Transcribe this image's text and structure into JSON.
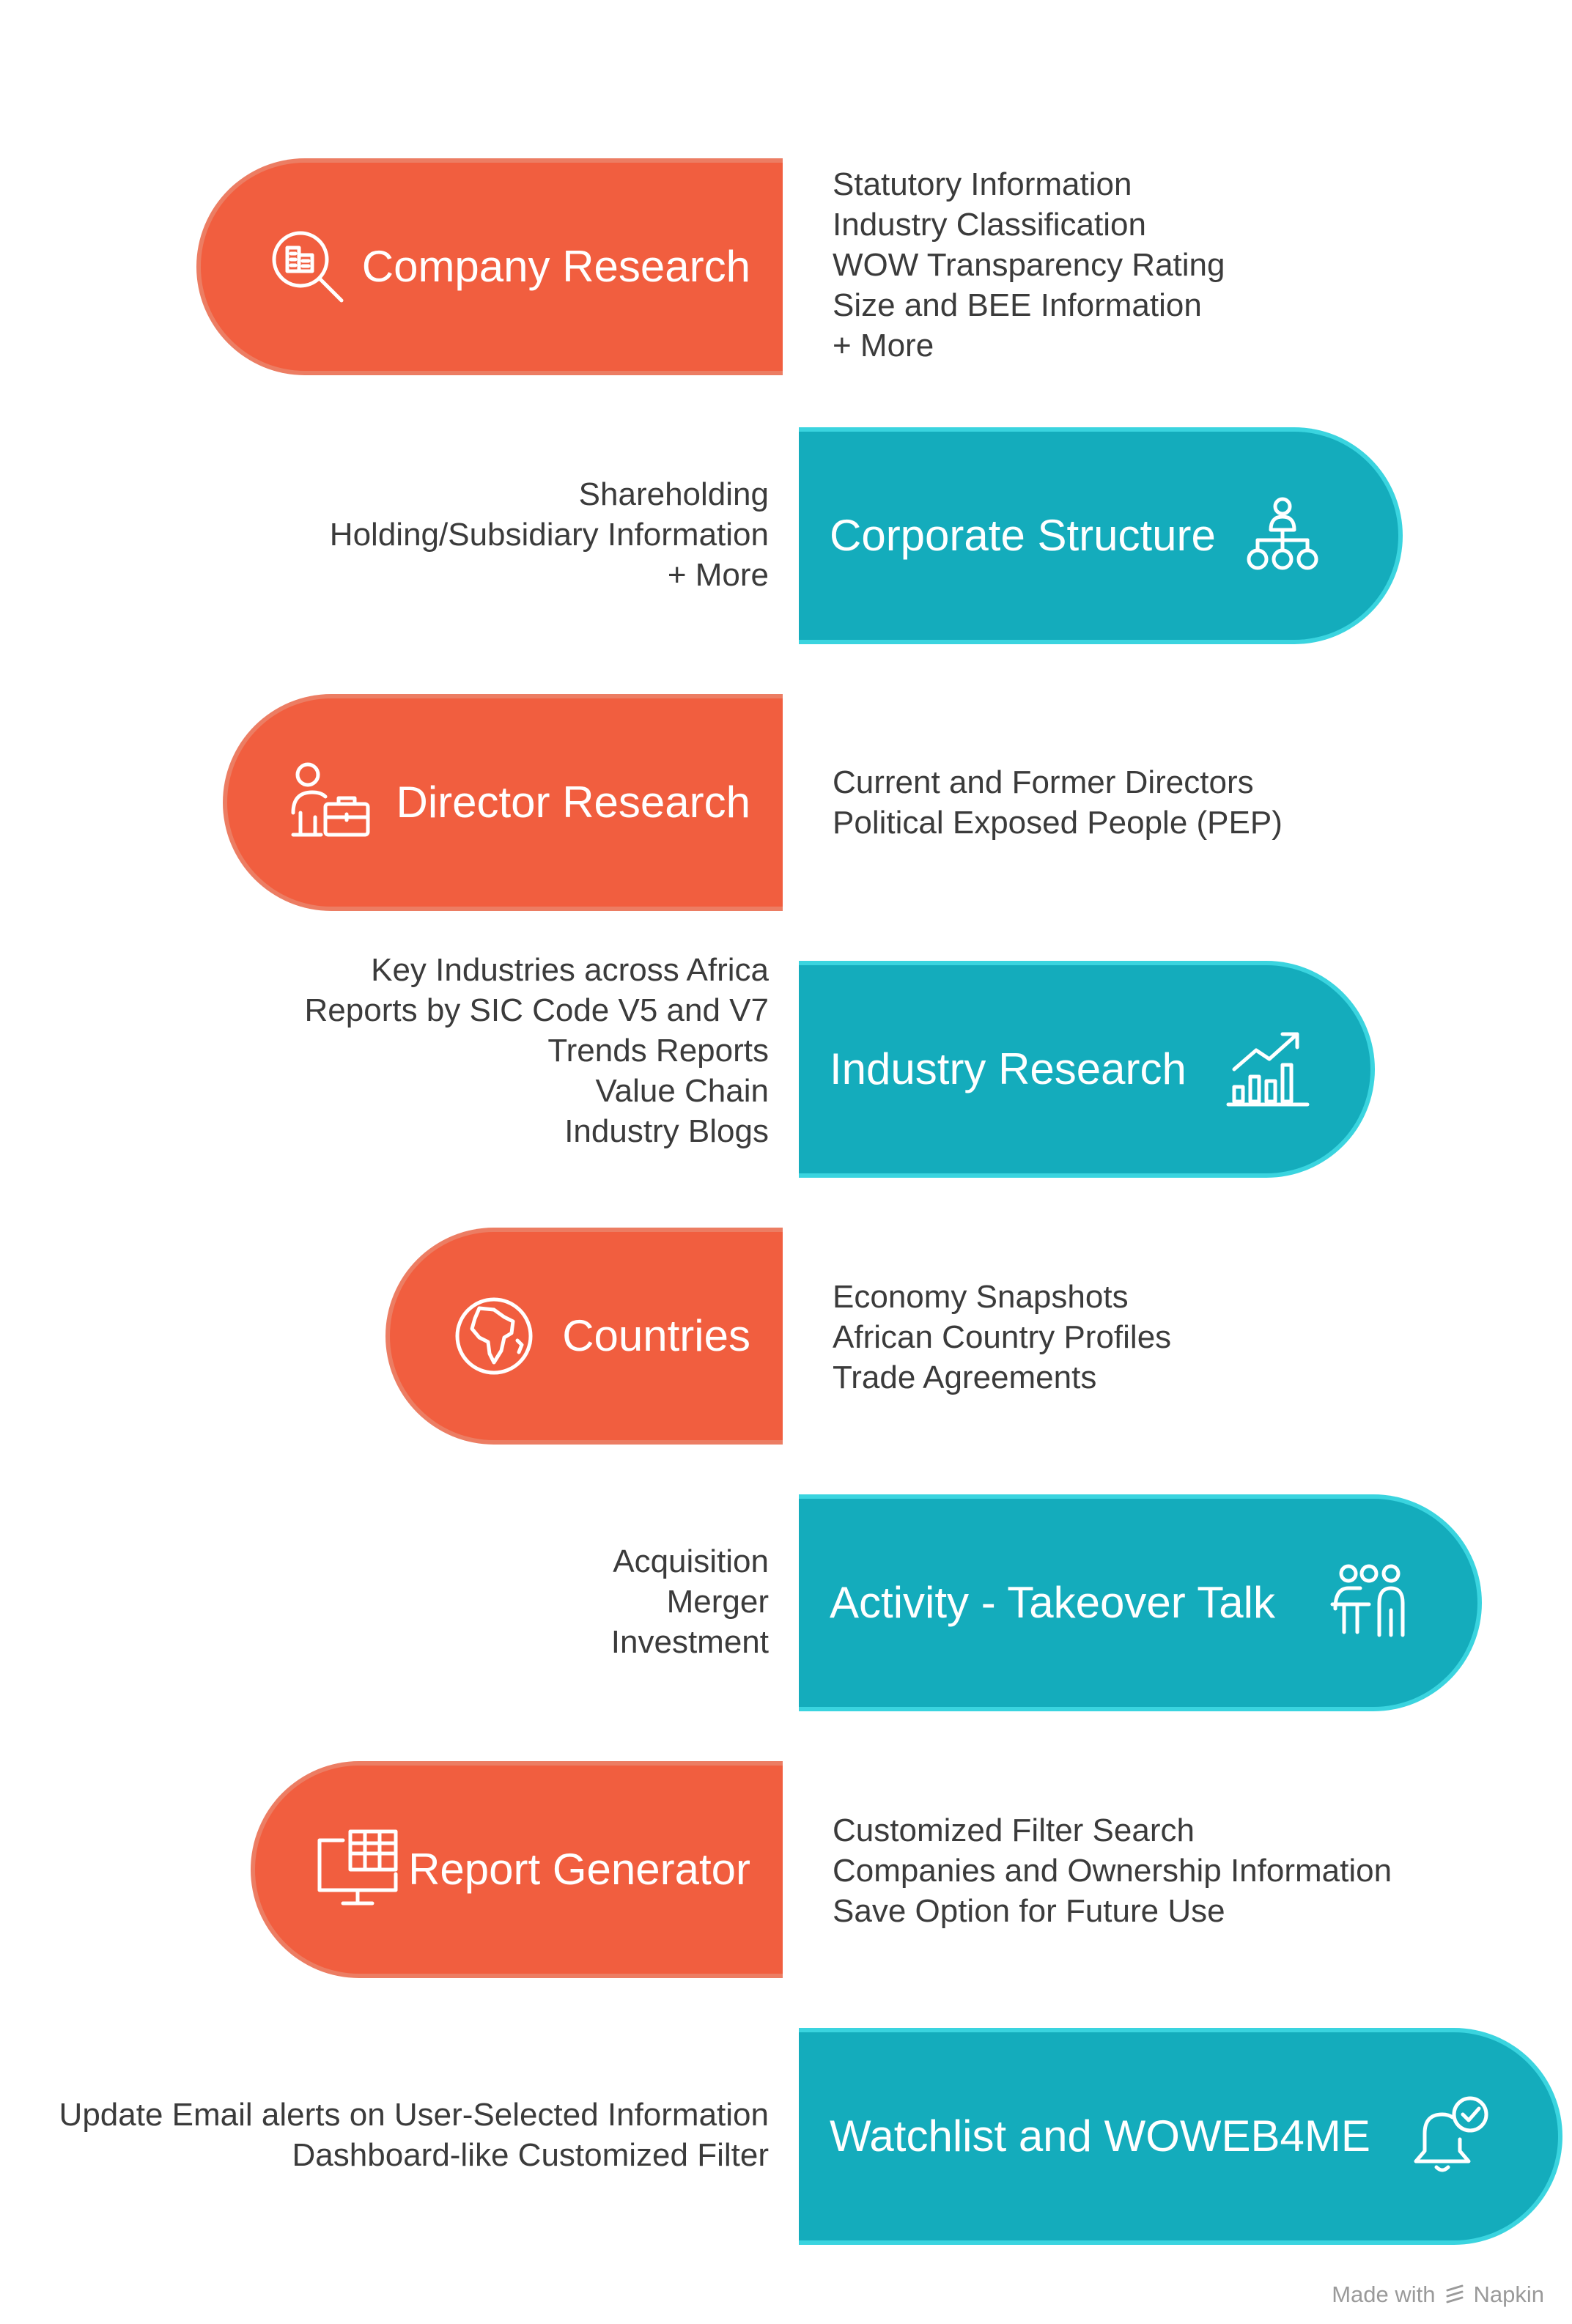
{
  "rows": [
    {
      "title": "Company Research",
      "icon": "magnifier-building-icon",
      "items": [
        "Statutory Information",
        "Industry Classification",
        "WOW Transparency Rating",
        "Size and BEE Information",
        "+ More"
      ]
    },
    {
      "title": "Corporate Structure",
      "icon": "org-chart-icon",
      "items": [
        "Shareholding",
        "Holding/Subsidiary Information",
        "+ More"
      ]
    },
    {
      "title": "Director Research",
      "icon": "person-briefcase-icon",
      "items": [
        "Current and Former Directors",
        "Political Exposed People (PEP)"
      ]
    },
    {
      "title": "Industry Research",
      "icon": "bar-chart-trend-icon",
      "items": [
        "Key Industries across Africa",
        "Reports by SIC Code V5 and V7",
        "Trends Reports",
        "Value Chain",
        "Industry Blogs"
      ]
    },
    {
      "title": "Countries",
      "icon": "globe-africa-icon",
      "items": [
        "Economy Snapshots",
        "African Country Profiles",
        "Trade Agreements"
      ]
    },
    {
      "title": "Activity - Takeover Talk",
      "icon": "people-meeting-icon",
      "items": [
        "Acquisition",
        "Merger",
        "Investment"
      ]
    },
    {
      "title": "Report Generator",
      "icon": "monitor-spreadsheet-icon",
      "items": [
        "Customized Filter Search",
        "Companies and Ownership Information",
        "Save Option for Future Use"
      ]
    },
    {
      "title": "Watchlist and WOWEB4ME",
      "icon": "bell-check-icon",
      "items": [
        "Update Email alerts on User-Selected Information",
        "Dashboard-like Customized Filter"
      ]
    }
  ],
  "colors": {
    "orange": "#f15e3f",
    "teal": "#14acbc"
  },
  "footer": {
    "made_with": "Made with",
    "brand": "Napkin"
  }
}
